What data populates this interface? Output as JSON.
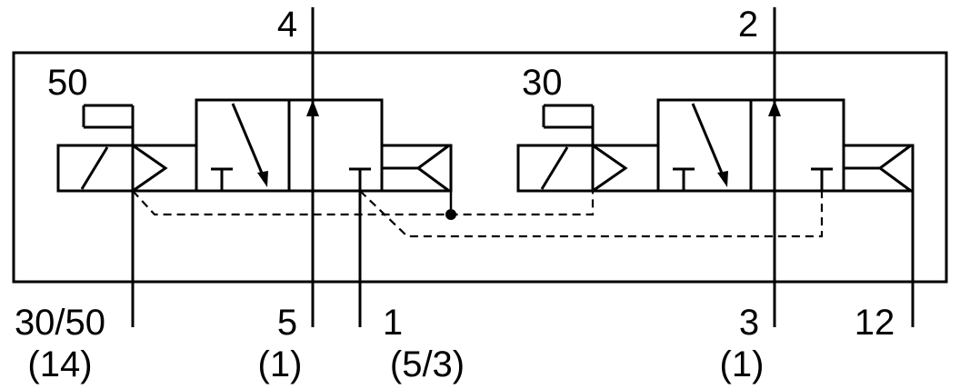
{
  "labels": {
    "port_4": "4",
    "port_2": "2",
    "setting_50": "50",
    "setting_30": "30",
    "port_30_50": "30/50",
    "port_30_50_alt": "(14)",
    "port_5": "5",
    "port_5_alt": "(1)",
    "port_1": "1",
    "port_1_alt": "(5/3)",
    "port_3": "3",
    "port_3_alt": "(1)",
    "port_12": "12"
  }
}
